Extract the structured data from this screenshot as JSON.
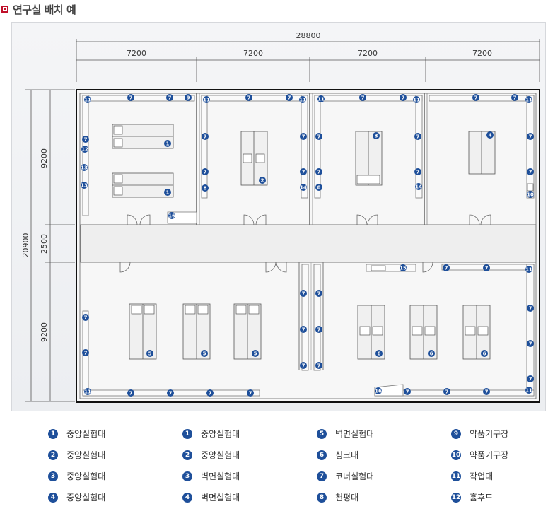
{
  "title": "연구실 배치 예",
  "dims": {
    "total": "28800",
    "cols": [
      "7200",
      "7200",
      "7200",
      "7200"
    ],
    "rows": [
      "9200",
      "2500",
      "9200"
    ],
    "height_total": "20900"
  },
  "badges": {
    "n1": "1",
    "n2": "2",
    "n3": "3",
    "n4": "4",
    "n5": "5",
    "n6": "6",
    "n7": "7",
    "n8": "8",
    "n9": "9",
    "n10": "10",
    "n11": "11",
    "n12": "12",
    "n13": "13",
    "n14": "14",
    "n15": "15",
    "n16": "16"
  },
  "legend": [
    [
      {
        "n": "1",
        "label": "중앙실험대"
      },
      {
        "n": "2",
        "label": "중앙실험대"
      },
      {
        "n": "3",
        "label": "중앙실험대"
      },
      {
        "n": "4",
        "label": "중앙실험대"
      }
    ],
    [
      {
        "n": "1",
        "label": "중앙실험대"
      },
      {
        "n": "2",
        "label": "중앙실험대"
      },
      {
        "n": "3",
        "label": "벽면실험대"
      },
      {
        "n": "4",
        "label": "벽면실험대"
      }
    ],
    [
      {
        "n": "5",
        "label": "벽면실험대"
      },
      {
        "n": "6",
        "label": "싱크대"
      },
      {
        "n": "7",
        "label": "코너실험대"
      },
      {
        "n": "8",
        "label": "천평대"
      }
    ],
    [
      {
        "n": "9",
        "label": "약품기구장"
      },
      {
        "n": "10",
        "label": "약품기구장"
      },
      {
        "n": "11",
        "label": "작업대"
      },
      {
        "n": "12",
        "label": "흄후드"
      }
    ]
  ]
}
